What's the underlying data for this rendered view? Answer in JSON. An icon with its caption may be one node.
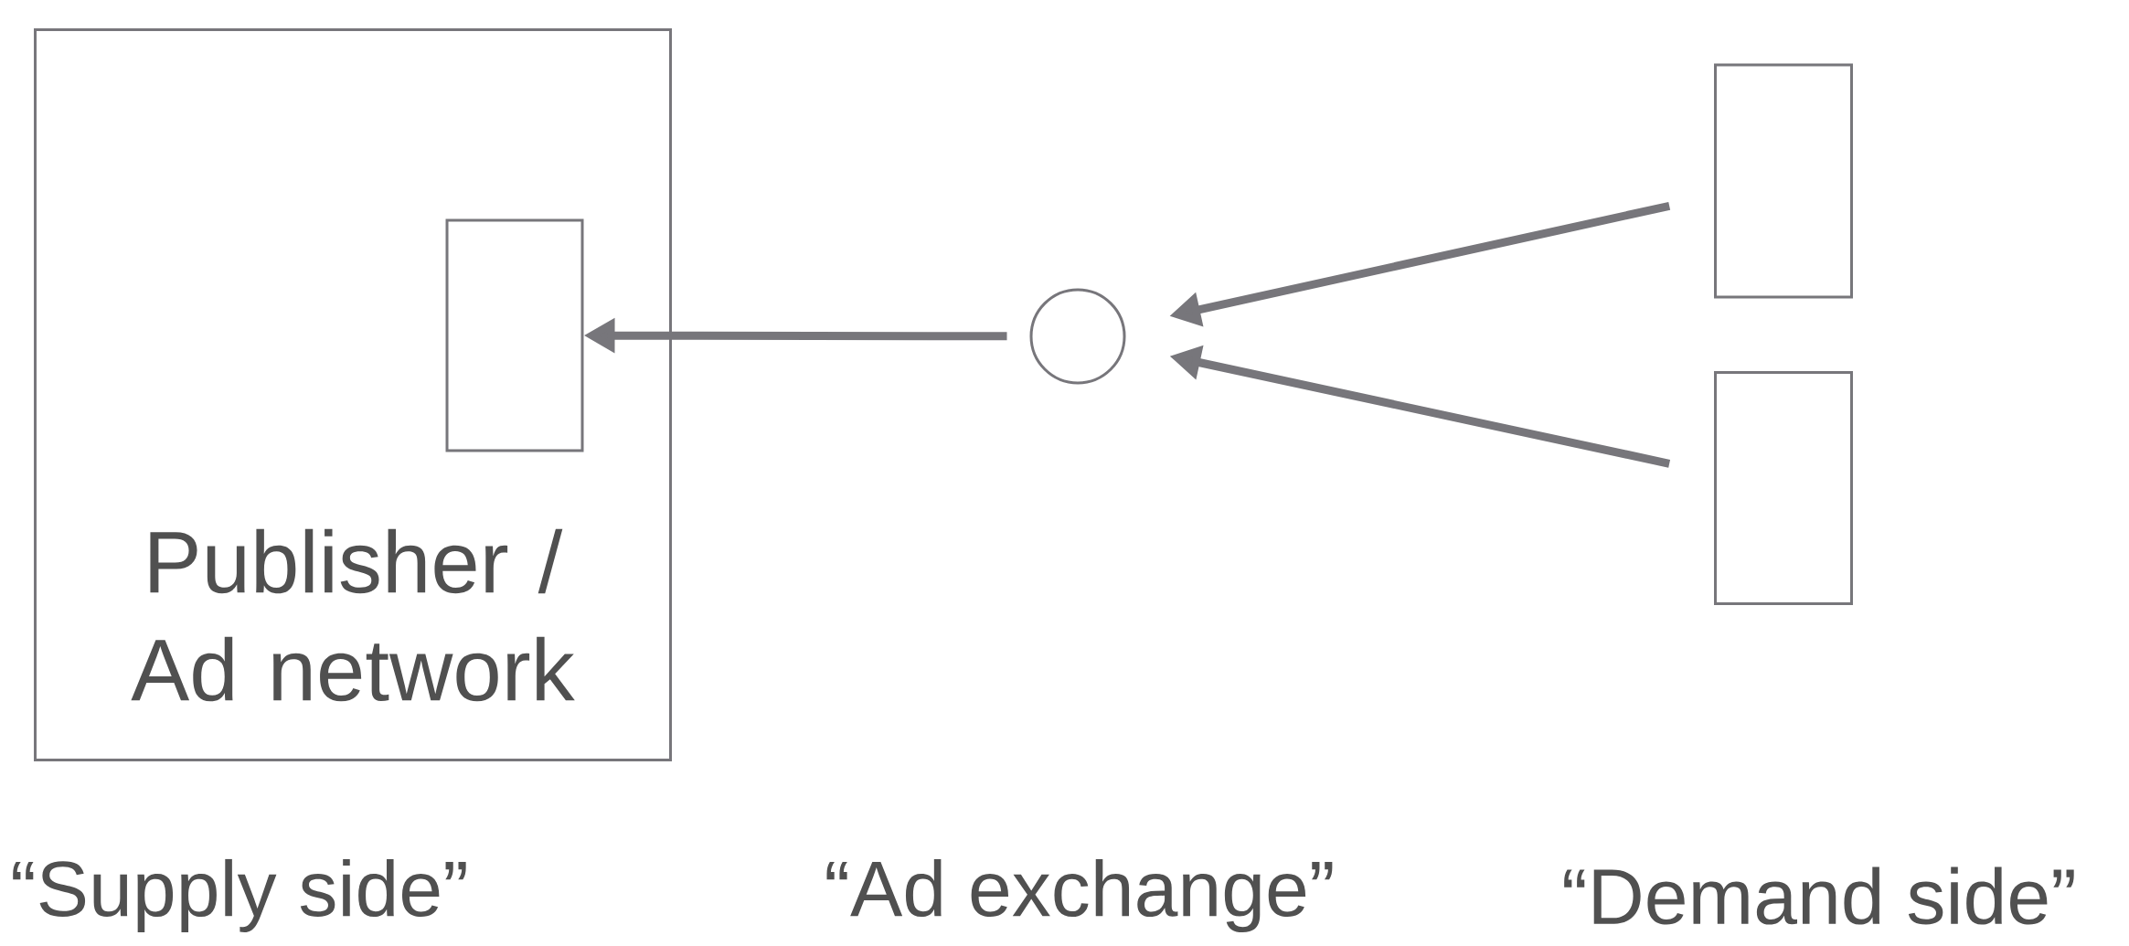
{
  "diagram": {
    "nodes": [
      {
        "text": [
          "Publisher / Ad network"
        ]
      },
      {
        "text": [],
        "shape": "box",
        "in": 0
      },
      {
        "text": [],
        "shape": "circle"
      },
      {
        "text": [],
        "shape": "box"
      },
      {
        "text": [],
        "shape": "box"
      }
    ],
    "edges": [
      {
        "from": 2,
        "to": 1,
        "arrow": "to"
      },
      {
        "from": 3,
        "to": 2,
        "arrow": "to"
      },
      {
        "from": 4,
        "to": 2,
        "arrow": "to"
      }
    ],
    "labels": [
      "“Supply side”",
      "“Ad exchange”",
      "“Demand side”"
    ]
  }
}
